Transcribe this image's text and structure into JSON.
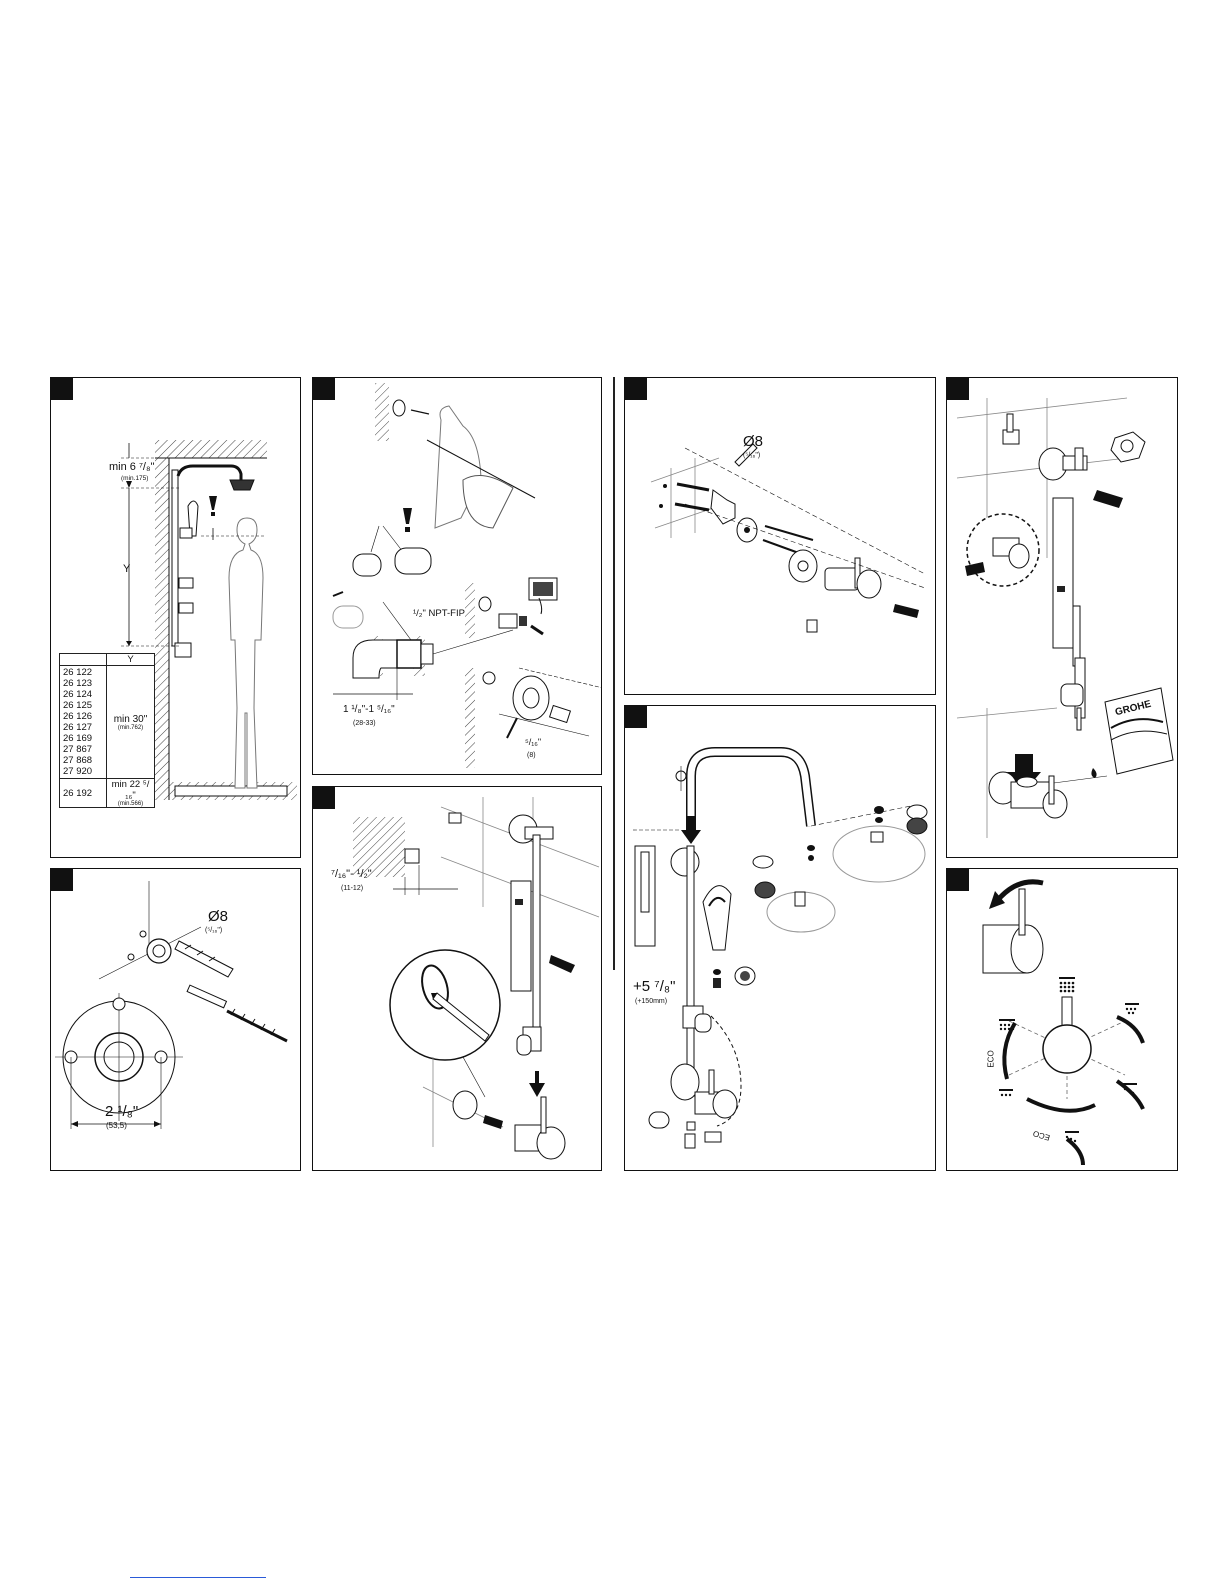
{
  "panel1": {
    "min_top": "min 6 ⁷/₈\"",
    "min_top_mm": "(min.175)",
    "y_label": "Y",
    "table": {
      "header": [
        "",
        "Y"
      ],
      "codes": [
        "26 122",
        "26 123",
        "26 124",
        "26 125",
        "26 126",
        "26 127",
        "26 169",
        "27 867",
        "27 868",
        "27 920"
      ],
      "codes_value": "min 30\"",
      "codes_value_mm": "(min.762)",
      "last_code": "26 192",
      "last_value": "min 22 ⁵/₁₆\"",
      "last_value_mm": "(min.566)"
    }
  },
  "panel2": {
    "drill": "Ø8",
    "drill_in": "(⁵/₁₆\")",
    "distance": "2 ¹/₈\"",
    "distance_mm": "(53,5)"
  },
  "panel3": {
    "thread": "¹/₂\" NPT-FIP",
    "depth": "1 ¹/₈\"-1 ⁵/₁₆\"",
    "depth_mm": "(28-33)",
    "wrench": "⁵/₁₆\"",
    "wrench_mm": "(8)"
  },
  "panel4": {
    "protrusion": "⁷/₁₆\"- ¹/₂\"",
    "protrusion_mm": "(11-12)"
  },
  "panel5": {
    "drill": "Ø8",
    "drill_in": "(⁵/₁₆\")"
  },
  "panel6": {
    "extension": "+5 ⁷/₈\"",
    "extension_mm": "(+150mm)"
  },
  "panel7": {
    "grease_brand": "GROHE"
  },
  "panel8": {
    "eco_left": "ECO",
    "eco_bottom": "ECO"
  }
}
